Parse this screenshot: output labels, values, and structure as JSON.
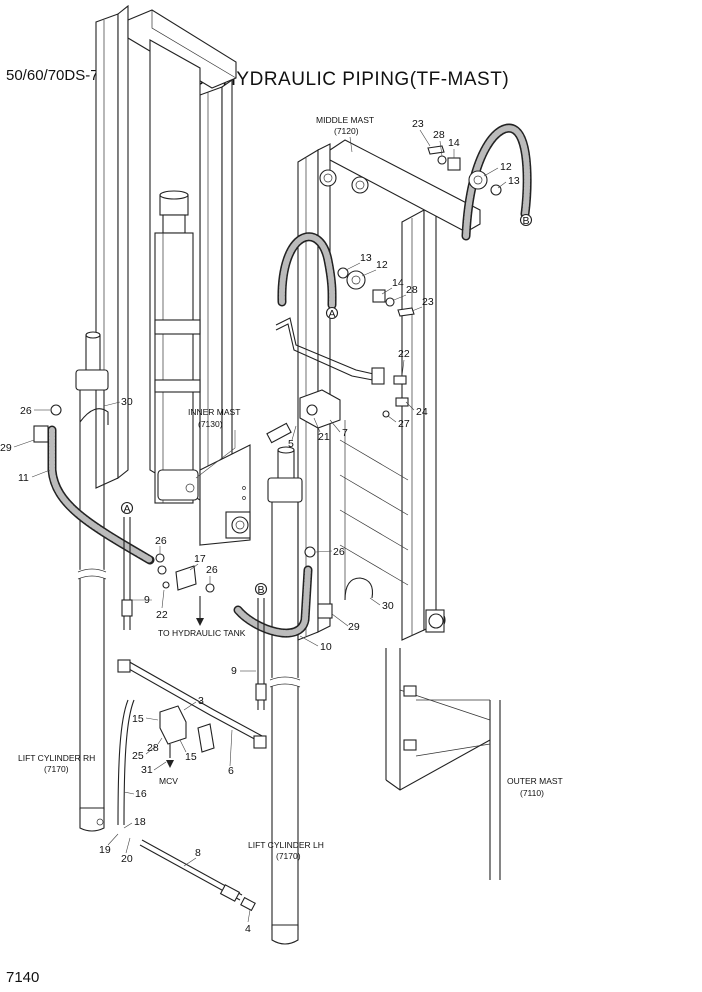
{
  "header": {
    "model": "50/60/70DS-7E",
    "title": "MAST HYDRAULIC PIPING(TF-MAST)"
  },
  "footer": {
    "page_number": "7140"
  },
  "assemblies": {
    "middle_mast": {
      "name": "MIDDLE MAST",
      "code": "(7120)"
    },
    "inner_mast": {
      "name": "INNER MAST",
      "code": "(7130)"
    },
    "outer_mast": {
      "name": "OUTER MAST",
      "code": "(7110)"
    },
    "lift_cylinder_rh": {
      "name": "LIFT CYLINDER RH",
      "code": "(7170)"
    },
    "lift_cylinder_lh": {
      "name": "LIFT CYLINDER LH",
      "code": "(7170)"
    },
    "to_hydraulic_tank": "TO HYDRAULIC TANK",
    "mcv": "MCV"
  },
  "connectors": {
    "a": "A",
    "b": "B"
  },
  "part_numbers": {
    "p23a": "23",
    "p28a": "28",
    "p14a": "14",
    "p12a": "12",
    "p13a": "13",
    "p13b": "13",
    "p12b": "12",
    "p14b": "14",
    "p28b": "28",
    "p23b": "23",
    "p22a": "22",
    "p24": "24",
    "p27": "27",
    "p7": "7",
    "p21": "21",
    "p5": "5",
    "p26a": "26",
    "p30a": "30",
    "p29a": "29",
    "p11": "11",
    "p26b": "26",
    "p17": "17",
    "p26c": "26",
    "p9a": "9",
    "p22b": "22",
    "p26d": "26",
    "p30b": "30",
    "p29b": "29",
    "p10": "10",
    "p9b": "9",
    "p3": "3",
    "p15a": "15",
    "p15b": "15",
    "p25": "25",
    "p28c": "28",
    "p31": "31",
    "p6": "6",
    "p16": "16",
    "p18": "18",
    "p19": "19",
    "p20": "20",
    "p8": "8",
    "p4": "4"
  }
}
